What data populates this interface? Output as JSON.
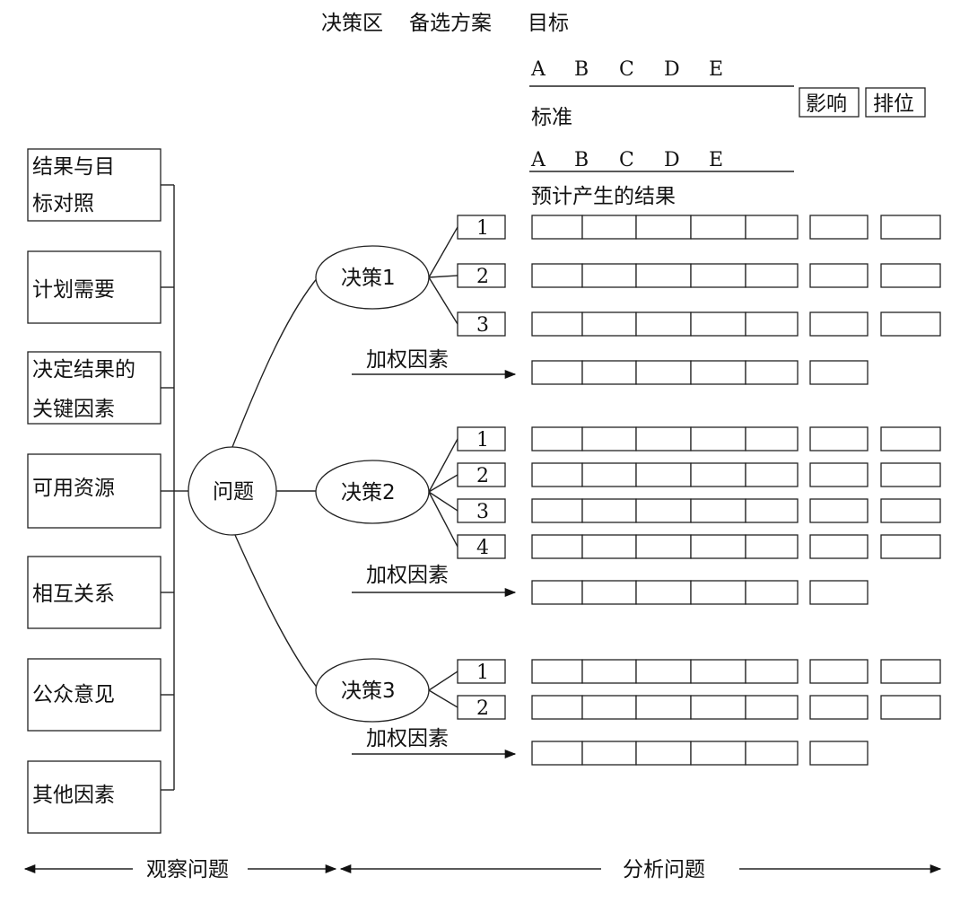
{
  "header": {
    "decision_zone": "决策区",
    "alternatives": "备选方案",
    "goal": "目标"
  },
  "letters_top": [
    "A",
    "B",
    "C",
    "D",
    "E"
  ],
  "letters_mid": [
    "A",
    "B",
    "C",
    "D",
    "E"
  ],
  "standard_label": "标准",
  "expected_results_label": "预计产生的结果",
  "impact_label": "影响",
  "ranking_label": "排位",
  "factors": [
    {
      "lines": [
        "结果与目",
        "标对照"
      ]
    },
    {
      "lines": [
        "计划需要"
      ]
    },
    {
      "lines": [
        "决定结果的",
        "关键因素"
      ]
    },
    {
      "lines": [
        "可用资源"
      ]
    },
    {
      "lines": [
        "相互关系"
      ]
    },
    {
      "lines": [
        "公众意见"
      ]
    },
    {
      "lines": [
        "其他因素"
      ]
    }
  ],
  "problem_label": "问题",
  "decisions": [
    {
      "label": "决策1",
      "options": [
        "1",
        "2",
        "3"
      ]
    },
    {
      "label": "决策2",
      "options": [
        "1",
        "2",
        "3",
        "4"
      ]
    },
    {
      "label": "决策3",
      "options": [
        "1",
        "2"
      ]
    }
  ],
  "weighting_label": "加权因素",
  "observe_label": "观察问题",
  "analyze_label": "分析问题"
}
